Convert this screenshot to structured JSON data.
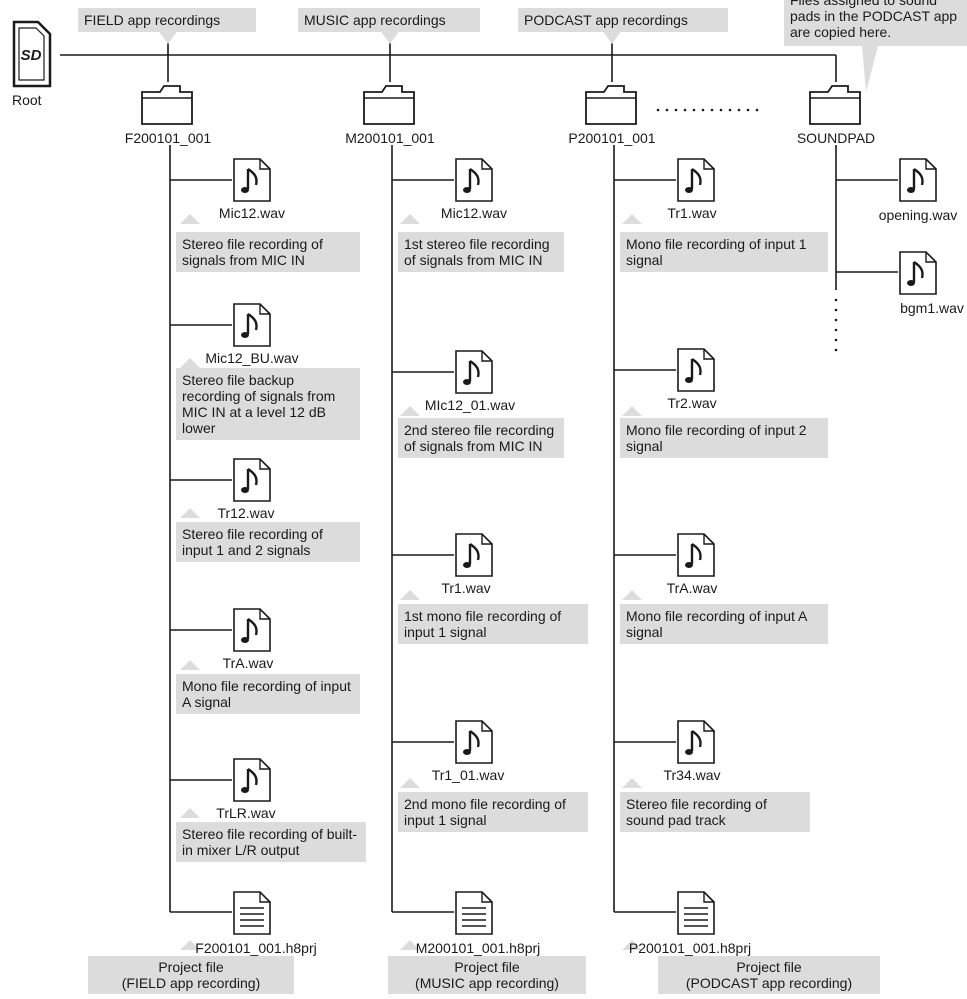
{
  "root": {
    "label": "Root"
  },
  "app_callouts": {
    "field": "FIELD app recordings",
    "music": "MUSIC app recordings",
    "podcast": "PODCAST app recordings",
    "soundpad": "Files assigned to sound pads in the PODCAST app are copied here."
  },
  "folders": {
    "field": "F200101_001",
    "music": "M200101_001",
    "podcast": "P200101_001",
    "soundpad": "SOUNDPAD"
  },
  "field": {
    "files": [
      {
        "name": "Mic12.wav",
        "desc": "Stereo file recording of signals from MIC IN"
      },
      {
        "name": "Mic12_BU.wav",
        "desc": "Stereo file backup recording of signals from MIC IN at a level 12 dB lower"
      },
      {
        "name": "Tr12.wav",
        "desc": "Stereo file recording of input 1 and 2 signals"
      },
      {
        "name": "TrA.wav",
        "desc": "Mono file recording of input A signal"
      },
      {
        "name": "TrLR.wav",
        "desc": "Stereo file recording of built-in mixer L/R output"
      }
    ],
    "project": {
      "name": "F200101_001.h8prj",
      "line1": "Project file",
      "line2": "(FIELD app recording)"
    }
  },
  "music": {
    "files": [
      {
        "name": "Mic12.wav",
        "desc": "1st stereo file recording of signals from MIC IN"
      },
      {
        "name": "MIc12_01.wav",
        "desc": "2nd stereo file recording of signals from MIC IN"
      },
      {
        "name": "Tr1.wav",
        "desc": "1st mono file recording of input 1 signal"
      },
      {
        "name": "Tr1_01.wav",
        "desc": "2nd mono file recording of input 1 signal"
      }
    ],
    "project": {
      "name": "M200101_001.h8prj",
      "line1": "Project file",
      "line2": "(MUSIC app recording)"
    }
  },
  "podcast": {
    "files": [
      {
        "name": "Tr1.wav",
        "desc": "Mono file recording of input 1 signal"
      },
      {
        "name": "Tr2.wav",
        "desc": "Mono file recording of input 2 signal"
      },
      {
        "name": "TrA.wav",
        "desc": "Mono file recording of input A signal"
      },
      {
        "name": "Tr34.wav",
        "desc": "Stereo file recording of sound pad track"
      }
    ],
    "project": {
      "name": "P200101_001.h8prj",
      "line1": "Project file",
      "line2": "(PODCAST app recording)"
    }
  },
  "soundpad": {
    "files": [
      {
        "name": "opening.wav"
      },
      {
        "name": "bgm1.wav"
      }
    ]
  }
}
